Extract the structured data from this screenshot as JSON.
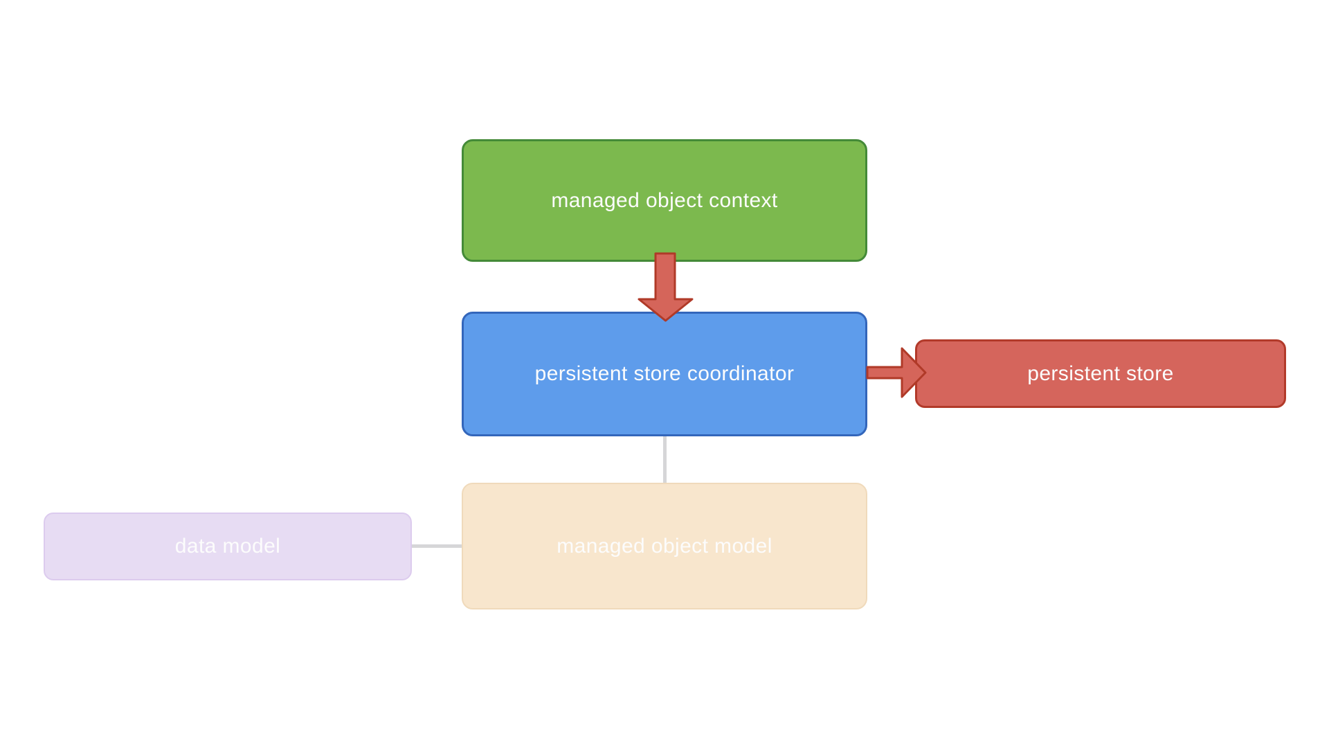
{
  "nodes": {
    "managed_object_context": {
      "label": "managed object context"
    },
    "persistent_store_coordinator": {
      "label": "persistent store coordinator"
    },
    "persistent_store": {
      "label": "persistent store"
    },
    "managed_object_model": {
      "label": "managed object model"
    },
    "data_model": {
      "label": "data model"
    }
  },
  "edges": [
    {
      "from": "managed_object_context",
      "to": "persistent_store_coordinator",
      "type": "block-arrow",
      "direction": "down"
    },
    {
      "from": "persistent_store_coordinator",
      "to": "persistent_store",
      "type": "block-arrow",
      "direction": "right"
    },
    {
      "from": "persistent_store_coordinator",
      "to": "managed_object_model",
      "type": "plain-line",
      "direction": "down"
    },
    {
      "from": "data_model",
      "to": "managed_object_model",
      "type": "plain-line",
      "direction": "right"
    }
  ],
  "colors": {
    "canvas_bg": "#ffffff",
    "label_text": "#fcfcfc",
    "green_fill": "#7cb94e",
    "green_border": "#448a38",
    "blue_fill": "#5e9ceb",
    "blue_border": "#3366bb",
    "red_fill": "#d5655c",
    "red_border": "#b23a2a",
    "tan_fill": "#f8e6cd",
    "tan_border": "#f0dabb",
    "lavender_fill": "#e7dcf3",
    "lavender_border": "#dccbee",
    "arrow_fill": "#d5655a",
    "arrow_border": "#b03a28",
    "connector_gray": "#d6d6d8"
  }
}
